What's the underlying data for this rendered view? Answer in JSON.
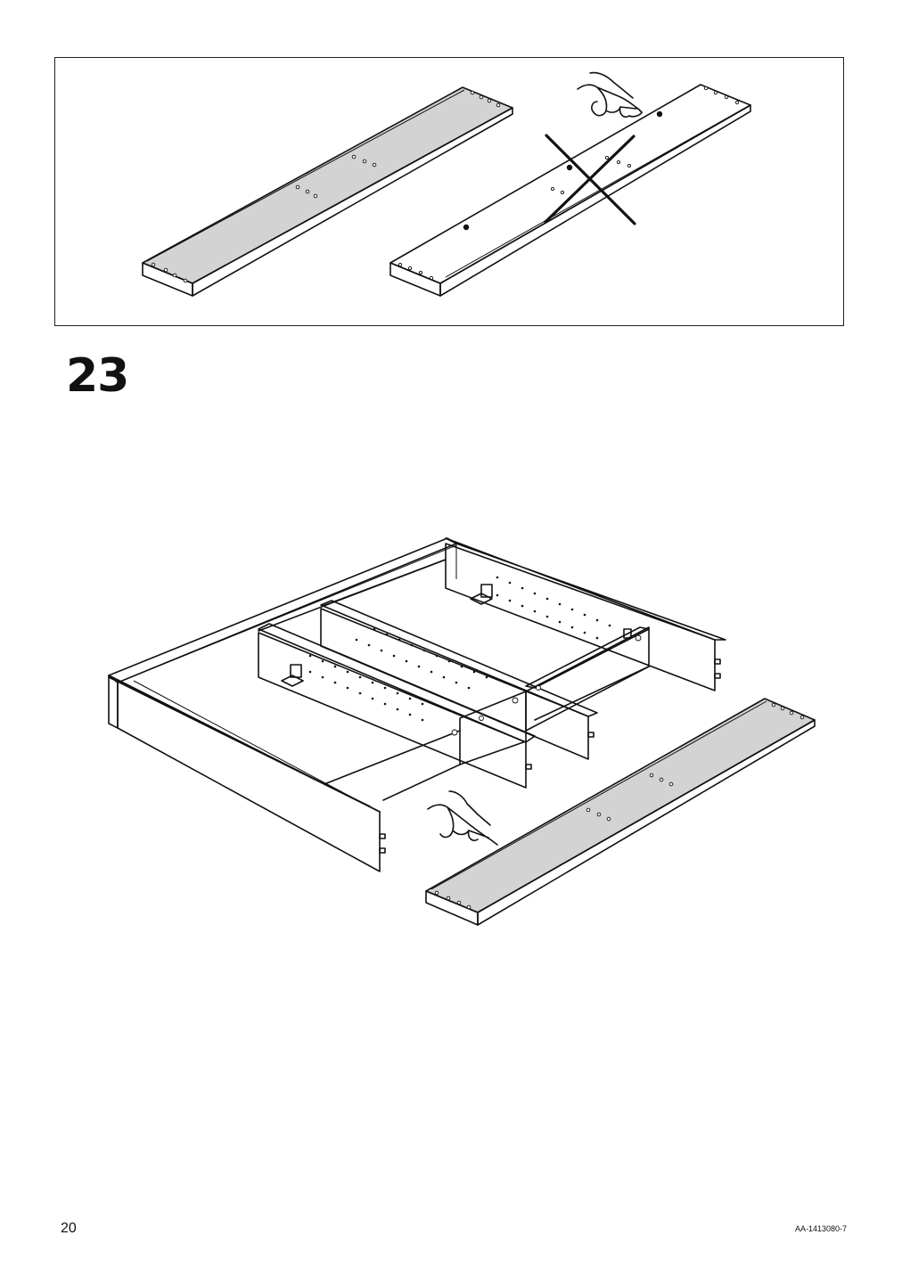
{
  "step": {
    "number": "23"
  },
  "footer": {
    "page_number": "20",
    "document_code": "AA-1413080-7"
  },
  "illustrations": {
    "top_panel": [
      "board-correct-side-up",
      "board-wrong-side-up-crossed",
      "hand-pointing-icon"
    ],
    "main": [
      "bed-frame",
      "slat-board",
      "hand-pointing-icon"
    ]
  },
  "colors": {
    "board_fill": "#d3d3d3",
    "line": "#111111"
  }
}
